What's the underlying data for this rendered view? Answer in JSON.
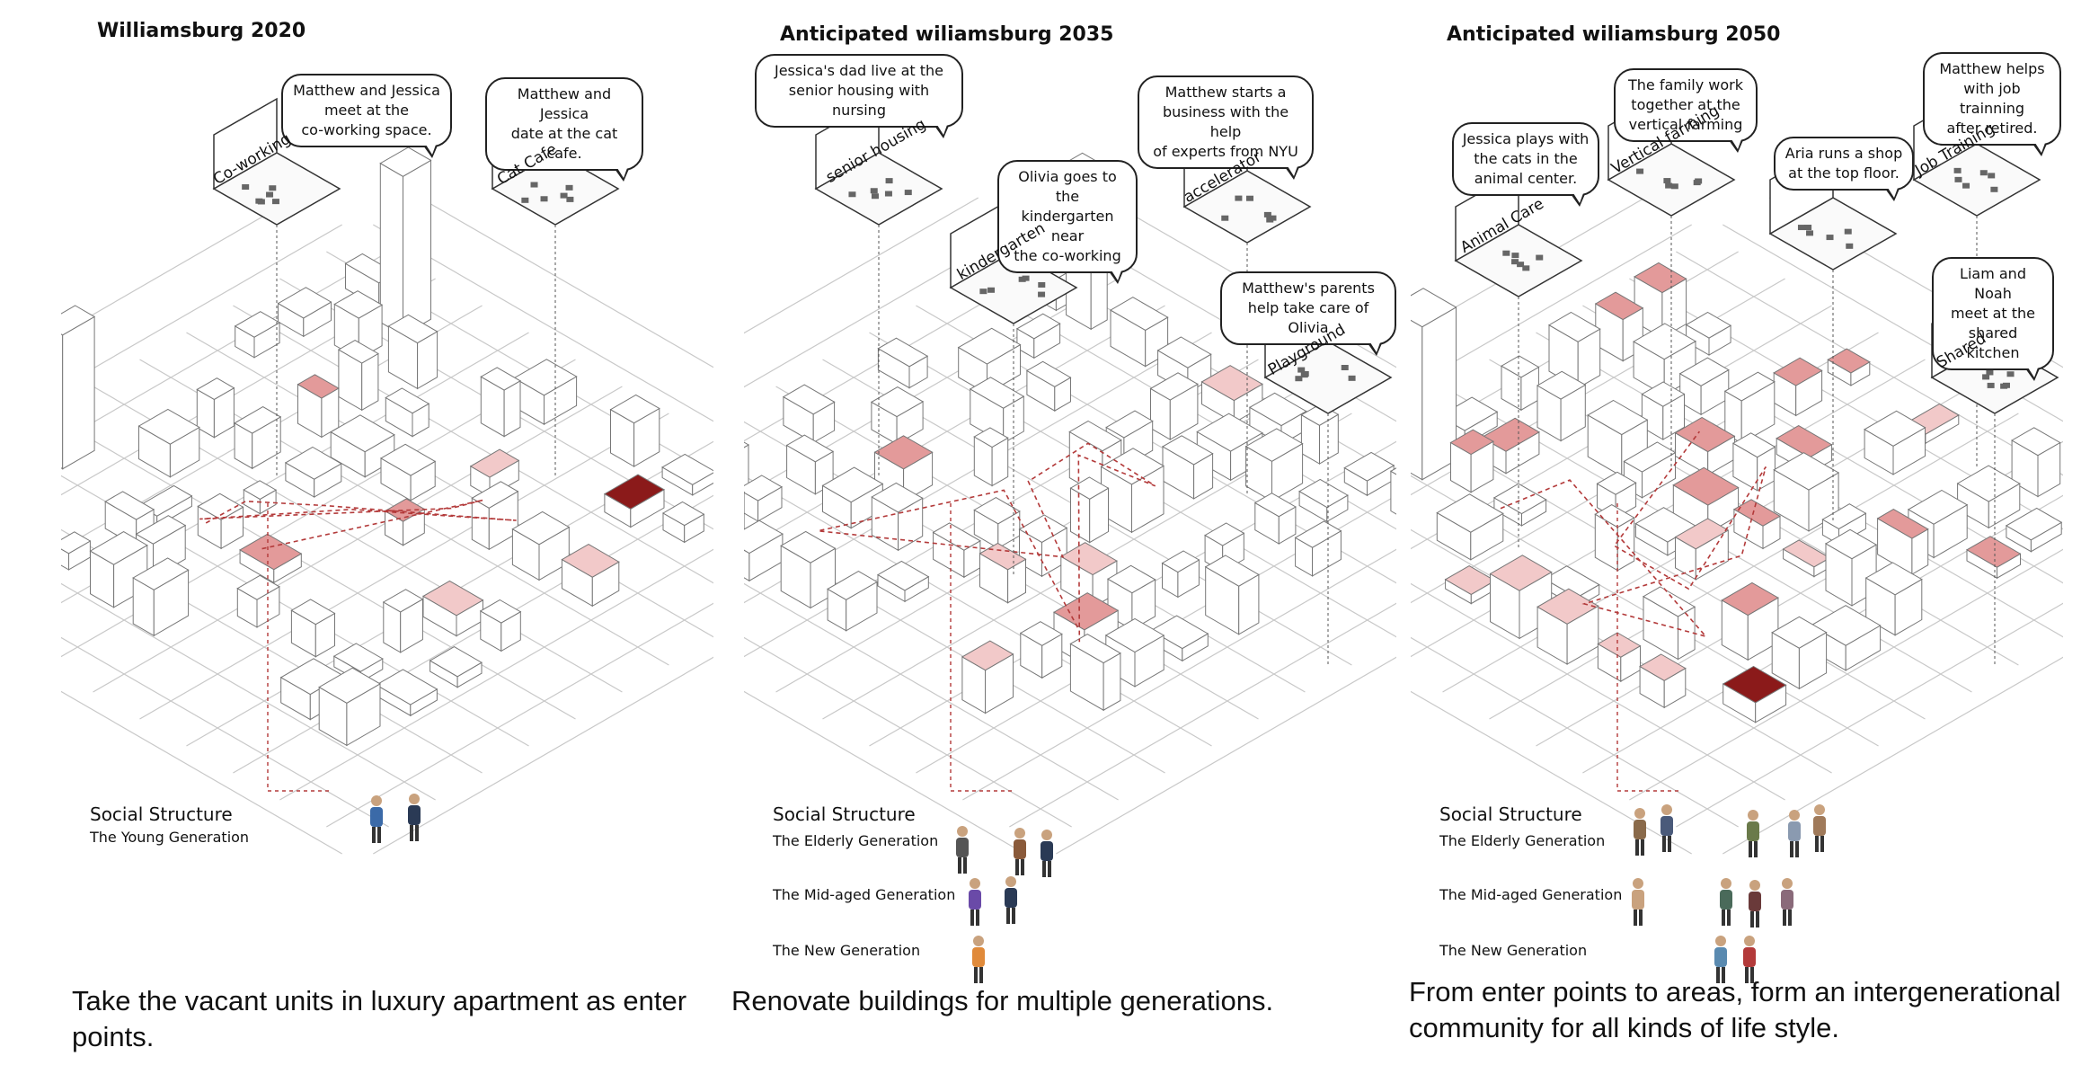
{
  "panels": [
    {
      "title": "Williamsburg 2020",
      "bubbles": [
        "Matthew and Jessica\nmeet at the\nco-working space.",
        "Matthew and Jessica\ndate at the cat cafe."
      ],
      "rooms": [
        "Co-working",
        "Cat Cafe"
      ],
      "social_heading": "Social Structure",
      "generations": [
        "The Young Generation"
      ],
      "caption": "Take the vacant units in luxury apartment as enter points."
    },
    {
      "title": "Anticipated wiliamsburg 2035",
      "bubbles": [
        "Jessica's dad live at the\nsenior housing with nursing",
        "Olivia goes to the\nkindergarten near\nthe co-working",
        "Matthew starts a\nbusiness with the help\nof experts from NYU",
        "Matthew's parents\nhelp take care of Olivia"
      ],
      "rooms": [
        "senior housing",
        "kindergarten",
        "accelerator",
        "Playground"
      ],
      "social_heading": "Social Structure",
      "generations": [
        "The Elderly Generation",
        "The Mid-aged Generation",
        "The New Generation"
      ],
      "caption": "Renovate buildings for multiple generations."
    },
    {
      "title": "Anticipated wiliamsburg 2050",
      "bubbles": [
        "Jessica plays with\nthe cats in the\nanimal center.",
        "The family work\ntogether at the\nvertical farming",
        "Aria runs a shop\nat the top floor.",
        "Matthew helps\nwith job trainning\nafter retired.",
        "Liam and Noah\nmeet at the\nshared kitchen"
      ],
      "rooms": [
        "Animal Care",
        "Vertical farming",
        "Job Training",
        "Shared"
      ],
      "social_heading": "Social Structure",
      "generations": [
        "The Elderly Generation",
        "The Mid-aged Generation",
        "The New Generation"
      ],
      "caption": "From enter points to areas, form an intergenerational community for all kinds of life style."
    }
  ],
  "colors": {
    "light_pink": "#f2c9c9",
    "mid_pink": "#e39a9a",
    "dark_red": "#8b1a1a",
    "route_red": "#b33a3a",
    "line_gray": "#9a9a9a"
  },
  "intensity": [
    0.15,
    0.45,
    0.8
  ]
}
